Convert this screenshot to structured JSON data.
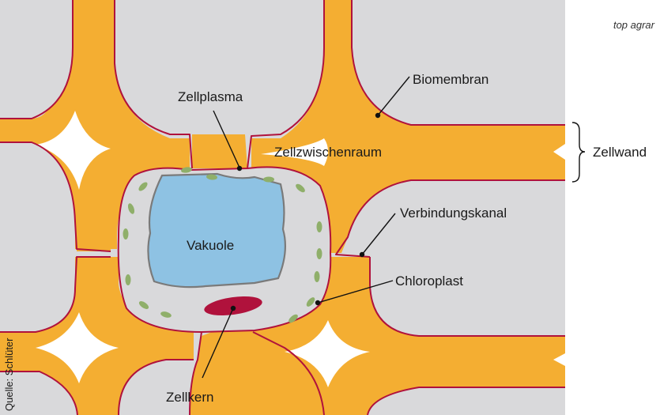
{
  "credit": "top agrar",
  "source": "Quelle: Schlüter",
  "labels": {
    "zellplasma": "Zellplasma",
    "biomembran": "Biomembran",
    "zellzwischenraum": "Zellzwischenraum",
    "zellwand": "Zellwand",
    "verbindungskanal": "Verbindungskanal",
    "vakuole": "Vakuole",
    "chloroplast": "Chloroplast",
    "zellkern": "Zellkern"
  },
  "colors": {
    "background": "#D9D9DB",
    "cell_wall": "#F4AE32",
    "membrane": "#B0123C",
    "cytoplasm": "#D9D9DB",
    "vacuole": "#8EC2E3",
    "vacuole_outline": "#7A7A7A",
    "chloroplast": "#8FAF6A",
    "nucleus": "#B0123C",
    "intercellular_space": "#FFFFFF"
  }
}
